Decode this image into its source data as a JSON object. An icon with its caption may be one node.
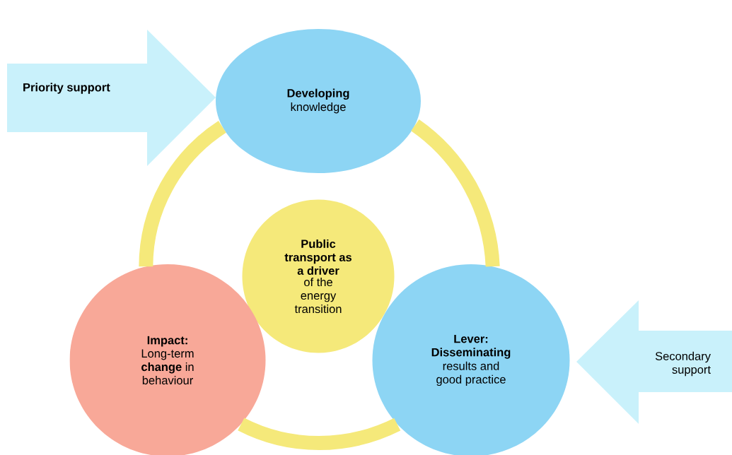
{
  "diagram": {
    "nodes": [
      {
        "text": [
          "Priority support"
        ]
      },
      {
        "text": [
          "Developing",
          "knowledge"
        ]
      },
      {
        "text": [
          "Public transport as a driver",
          "of the energy transition"
        ]
      },
      {
        "text": [
          "Impact:",
          "Long-term **change** in behaviour"
        ]
      },
      {
        "text": [
          "Lever: Disseminating",
          "results and good practice"
        ]
      },
      {
        "text": [
          "Secondary support"
        ]
      }
    ],
    "edges": [
      {
        "from": 1,
        "to": 4,
        "arrow": "none"
      },
      {
        "from": 4,
        "to": 3,
        "arrow": "none"
      },
      {
        "from": 3,
        "to": 1,
        "arrow": "none"
      }
    ]
  }
}
